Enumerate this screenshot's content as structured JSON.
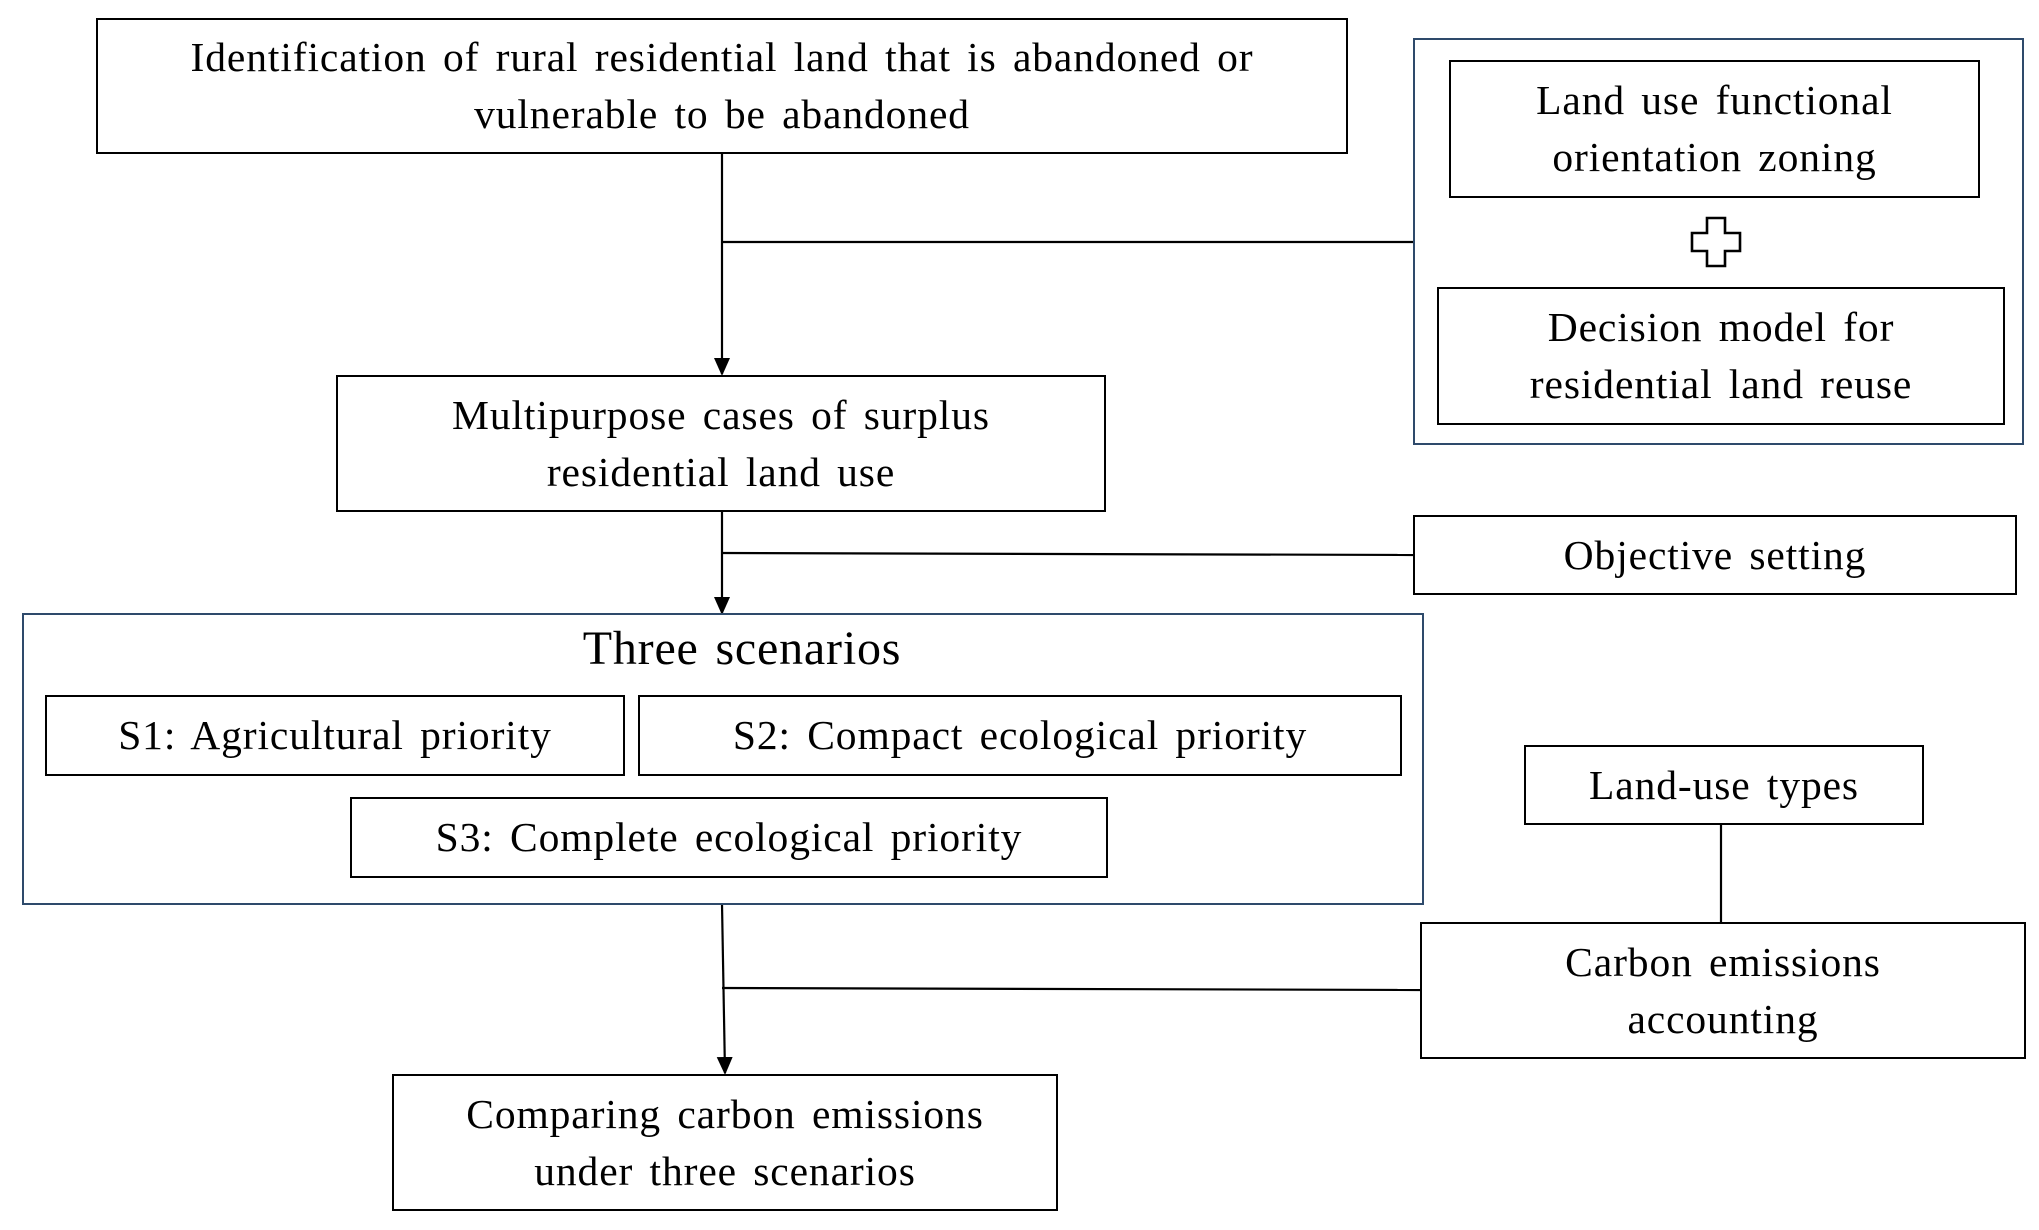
{
  "nodes": {
    "identification": "Identification of rural residential land that is abandoned or vulnerable to be abandoned",
    "multipurpose": "Multipurpose cases of surplus residential land use",
    "scenarios_title": "Three scenarios",
    "s1": "S1: Agricultural priority",
    "s2": "S2: Compact ecological priority",
    "s3": "S3: Complete ecological priority",
    "comparing": "Comparing carbon emissions under three scenarios",
    "land_use_zoning": "Land use functional orientation zoning",
    "decision_model": "Decision model for residential land reuse",
    "objective_setting": "Objective setting",
    "land_use_types": "Land-use types",
    "carbon_accounting": "Carbon emissions accounting"
  },
  "colors": {
    "line": "#000000",
    "group_border": "#2e4a6b",
    "background": "#ffffff"
  },
  "icons": {
    "plus": "plus-outline-icon"
  }
}
